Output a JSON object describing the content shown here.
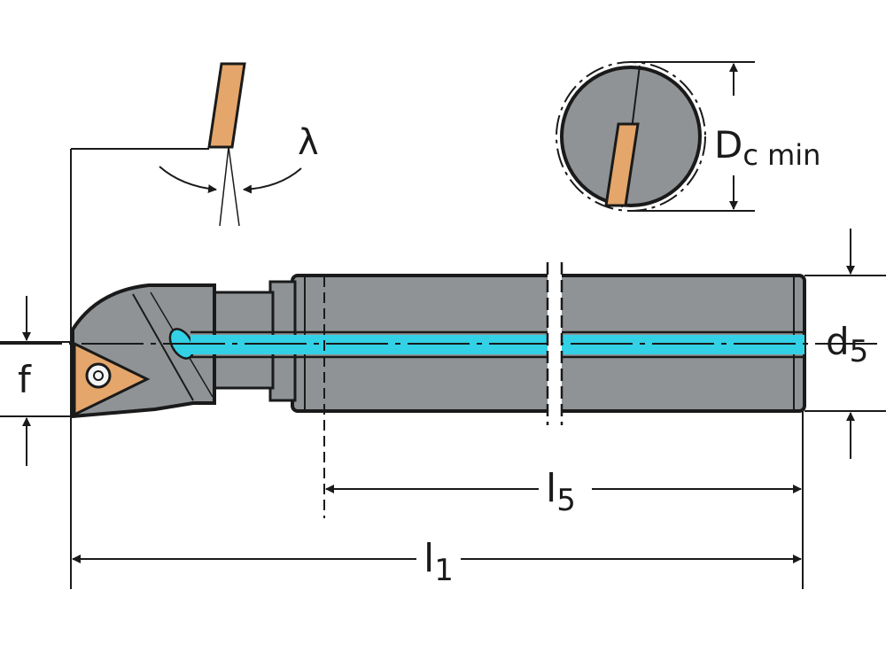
{
  "colors": {
    "background": "#ffffff",
    "body_fill": "#8f9396",
    "insert_fill": "#e4a66a",
    "coolant": "#33d1e6",
    "outline": "#1a1a1a"
  },
  "labels": {
    "lambda": "λ",
    "dc_min_main": "D",
    "dc_min_sub": "c min",
    "d5_main": "d",
    "d5_sub": "5",
    "f": "f",
    "l5_main": "l",
    "l5_sub": "5",
    "l1_main": "l",
    "l1_sub": "1"
  }
}
